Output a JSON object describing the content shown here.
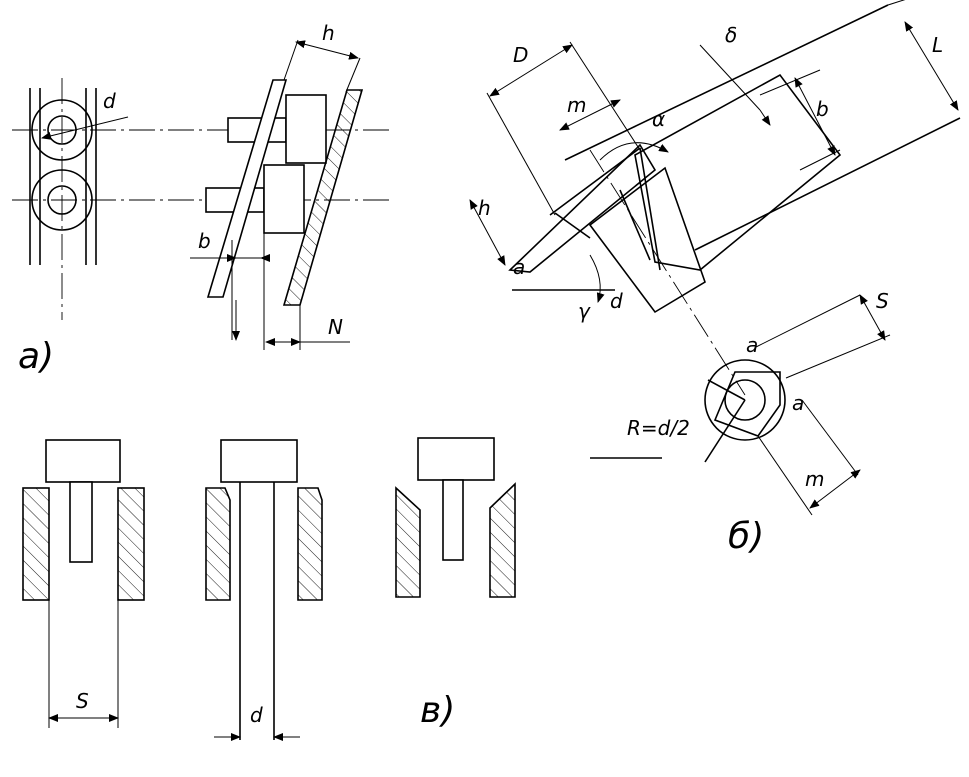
{
  "panels": {
    "a": {
      "caption": "а)",
      "labels": {
        "d": "d",
        "h": "h",
        "b": "b",
        "N": "N"
      }
    },
    "b": {
      "caption": "б)",
      "labels": {
        "D": "D",
        "m_top": "m",
        "alpha": "α",
        "delta": "δ",
        "b": "b",
        "L": "L",
        "h": "h",
        "a_left": "a",
        "gamma": "γ",
        "d": "d",
        "S": "S",
        "a_top": "a",
        "a_right": "a",
        "R": "R=d/2",
        "m_bottom": "m"
      }
    },
    "c": {
      "caption": "в)",
      "labels": {
        "S": "S",
        "d": "d"
      }
    }
  }
}
